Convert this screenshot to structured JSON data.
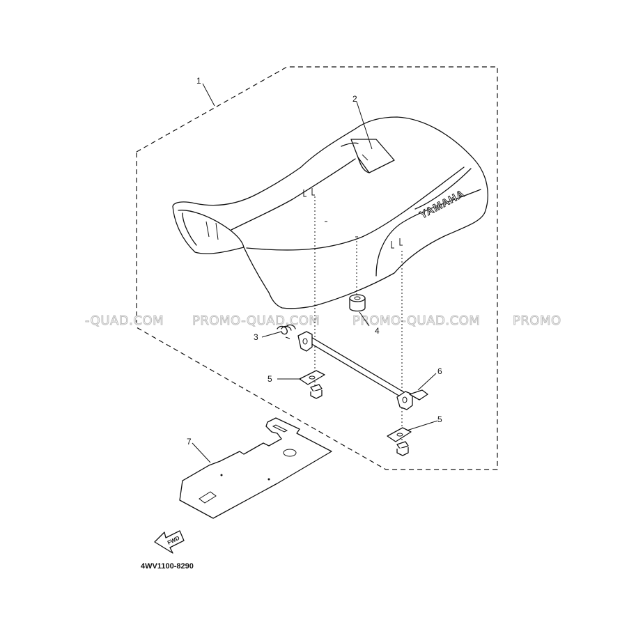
{
  "diagram": {
    "part_code": "4WV1100-8290",
    "brand_mark": "YAMAHA",
    "direction_label": "FWD",
    "callouts": [
      {
        "id": "c1",
        "label": "1"
      },
      {
        "id": "c2",
        "label": "2"
      },
      {
        "id": "c3",
        "label": "3"
      },
      {
        "id": "c4",
        "label": "4"
      },
      {
        "id": "c5a",
        "label": "5"
      },
      {
        "id": "c5b",
        "label": "5"
      },
      {
        "id": "c6",
        "label": "6"
      },
      {
        "id": "c7",
        "label": "7"
      }
    ],
    "watermarks": [
      "-QUAD.COM",
      "PROMO-QUAD.COM",
      "PROMO-QUAD.COM",
      "PROMO"
    ]
  }
}
